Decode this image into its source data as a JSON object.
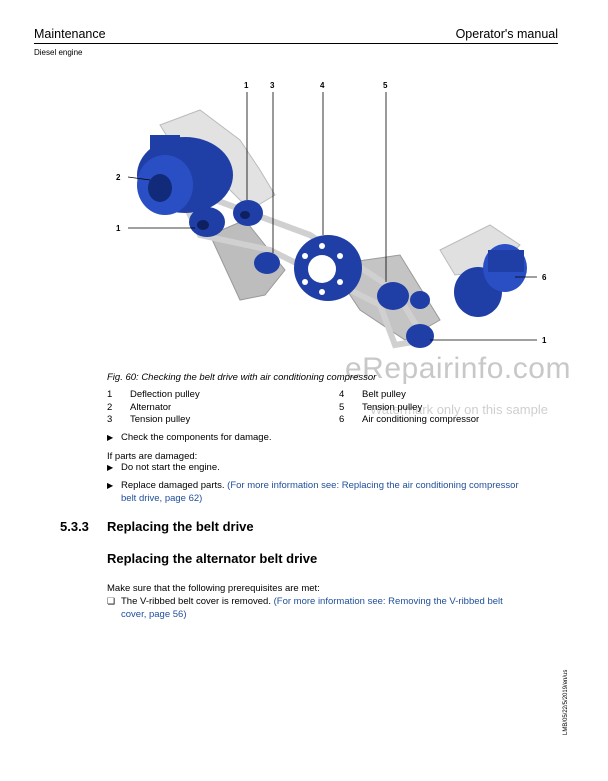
{
  "header": {
    "left": "Maintenance",
    "right": "Operator's manual",
    "sub": "Diesel engine"
  },
  "figure": {
    "callouts": {
      "c1a": "1",
      "c3": "3",
      "c4": "4",
      "c5": "5",
      "c2": "2",
      "c1b": "1",
      "c6": "6",
      "c1c": "1"
    }
  },
  "watermark": {
    "main": "eRepairinfo.com",
    "sub": "Watermark only on this sample"
  },
  "caption": "Fig. 60: Checking the belt drive with air conditioning compressor",
  "legend": {
    "left": [
      {
        "num": "1",
        "label": "Deflection pulley"
      },
      {
        "num": "2",
        "label": "Alternator"
      },
      {
        "num": "3",
        "label": "Tension pulley"
      }
    ],
    "right": [
      {
        "num": "4",
        "label": "Belt pulley"
      },
      {
        "num": "5",
        "label": "Tension pulley"
      },
      {
        "num": "6",
        "label": "Air conditioning compressor"
      }
    ]
  },
  "steps": {
    "check": "Check the components for damage.",
    "if_damaged": "If parts are damaged:",
    "no_start": "Do not start the engine.",
    "replace": "Replace damaged parts.",
    "replace_link_l1": "(For more information see: Replacing the air conditioning compressor",
    "replace_link_l2": "belt drive, page 62)"
  },
  "section": {
    "number": "5.3.3",
    "title": "Replacing the belt drive",
    "subtitle": "Replacing the alternator belt drive"
  },
  "prereq": {
    "intro": "Make sure that the following prerequisites are met:",
    "item": "The V-ribbed belt cover is removed.",
    "item_link_l1": "(For more information see: Removing the V-ribbed belt",
    "item_link_l2": "cover, page 56)"
  },
  "doc_id": "LMB/05/22/5/2019/en/us"
}
